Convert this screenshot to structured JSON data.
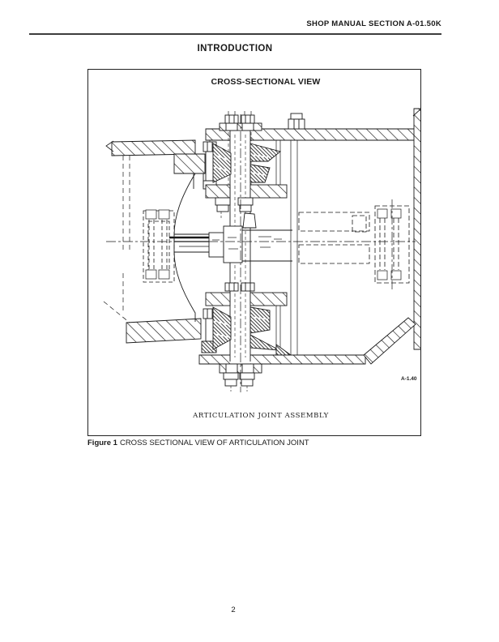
{
  "page": {
    "header_title": "SHOP MANUAL SECTION A-01.50K",
    "section_title": "INTRODUCTION",
    "page_number": "2"
  },
  "figure": {
    "title": "CROSS-SECTIONAL VIEW",
    "drawing_label": "ARTICULATION JOINT ASSEMBLY",
    "drawing_ref": "A-1.40",
    "caption_prefix": "Figure 1",
    "caption_text": "CROSS SECTIONAL VIEW OF ARTICULATION JOINT"
  },
  "colors": {
    "ink": "#1a1a1a",
    "paper": "#ffffff"
  }
}
